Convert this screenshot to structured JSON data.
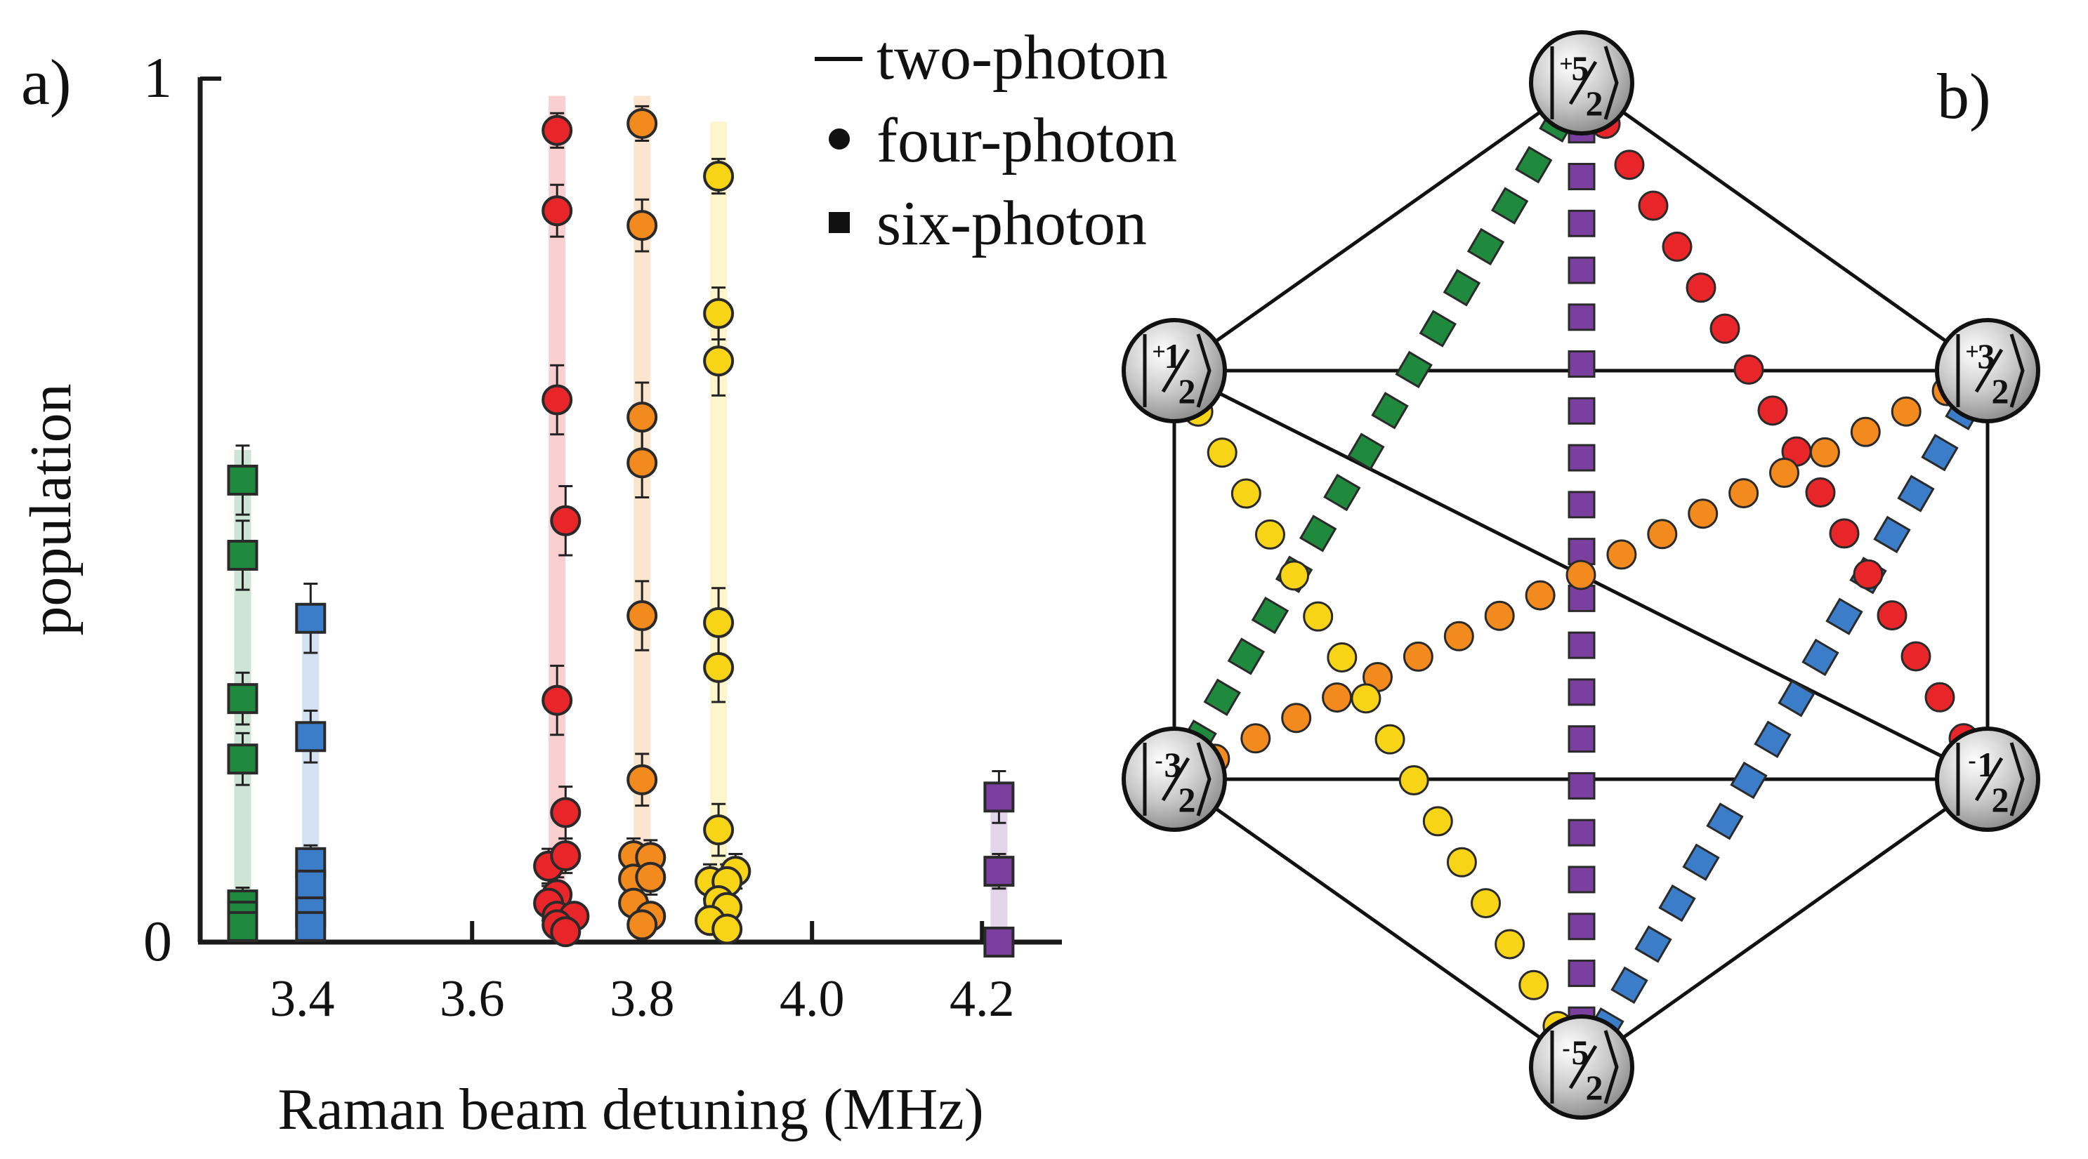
{
  "panel_a": {
    "label": "a)",
    "legend": [
      {
        "marker": "line",
        "label": "two-photon"
      },
      {
        "marker": "circle",
        "label": "four-photon"
      },
      {
        "marker": "square",
        "label": "six-photon"
      }
    ]
  },
  "panel_b": {
    "label": "b)",
    "states": [
      {
        "id": "p52",
        "sign": "+",
        "num": "5",
        "den": "2"
      },
      {
        "id": "p12",
        "sign": "+",
        "num": "1",
        "den": "2"
      },
      {
        "id": "p32",
        "sign": "+",
        "num": "3",
        "den": "2"
      },
      {
        "id": "m32",
        "sign": "-",
        "num": "3",
        "den": "2"
      },
      {
        "id": "m12",
        "sign": "-",
        "num": "1",
        "den": "2"
      },
      {
        "id": "m52",
        "sign": "-",
        "num": "5",
        "den": "2"
      }
    ],
    "edges": [
      [
        "p52",
        "p12"
      ],
      [
        "p52",
        "p32"
      ],
      [
        "p12",
        "p32"
      ],
      [
        "p12",
        "m32"
      ],
      [
        "p12",
        "m12"
      ],
      [
        "p32",
        "m12"
      ],
      [
        "m32",
        "m12"
      ],
      [
        "m32",
        "m52"
      ],
      [
        "m12",
        "m52"
      ]
    ],
    "paths": [
      {
        "from": "m32",
        "to": "p52",
        "marker": "square",
        "color": "#1f8a3e"
      },
      {
        "from": "p52",
        "to": "m52",
        "marker": "square",
        "color": "#7b3fa0"
      },
      {
        "from": "m52",
        "to": "p32",
        "marker": "square",
        "color": "#3b7dc8"
      },
      {
        "from": "p52",
        "to": "m12",
        "marker": "circle",
        "color": "#e8262a"
      },
      {
        "from": "m32",
        "to": "p32",
        "marker": "circle",
        "color": "#f28a1e"
      },
      {
        "from": "p12",
        "to": "m52",
        "marker": "circle",
        "color": "#f7d416"
      }
    ]
  },
  "chart_data": {
    "type": "scatter",
    "title": "",
    "xlabel": "Raman beam detuning (MHz)",
    "ylabel": "population",
    "xlim": [
      3.28,
      4.28
    ],
    "ylim": [
      0,
      1
    ],
    "xticks": [
      3.4,
      3.6,
      3.8,
      4.0,
      4.2
    ],
    "xtick_labels": [
      "3.4",
      "3.6",
      "3.8",
      "4.0",
      "4.2"
    ],
    "yticks": [
      0,
      1
    ],
    "ytick_labels": [
      "0",
      "1"
    ],
    "grid": false,
    "legend_position": "top-right",
    "series": [
      {
        "marker": "square",
        "color": "#1f8a3e",
        "band": [
          3.33,
          0.57
        ],
        "x": [
          3.33,
          3.33,
          3.33,
          3.33,
          3.33,
          3.33,
          3.33
        ],
        "y": [
          0.535,
          0.448,
          0.282,
          0.212,
          0.043,
          0.03,
          0.018
        ],
        "err": [
          0.04,
          0.04,
          0.03,
          0.03,
          0.02,
          0.02,
          0.01
        ]
      },
      {
        "marker": "square",
        "color": "#3b7dc8",
        "band": [
          3.41,
          0.38
        ],
        "x": [
          3.41,
          3.41,
          3.41,
          3.41,
          3.41,
          3.41
        ],
        "y": [
          0.375,
          0.238,
          0.092,
          0.066,
          0.035,
          0.018
        ],
        "err": [
          0.04,
          0.03,
          0.02,
          0.02,
          0.02,
          0.01
        ]
      },
      {
        "marker": "square",
        "color": "#7b3fa0",
        "band": [
          4.22,
          0.18
        ],
        "x": [
          4.22,
          4.22,
          4.22
        ],
        "y": [
          0.168,
          0.082,
          0.0
        ],
        "err": [
          0.03,
          0.02,
          0.01
        ]
      },
      {
        "marker": "circle",
        "color": "#e8262a",
        "band": [
          3.7,
          0.98
        ],
        "x": [
          3.7,
          3.7,
          3.7,
          3.71,
          3.7,
          3.71,
          3.69,
          3.71,
          3.7,
          3.69,
          3.7,
          3.72,
          3.7,
          3.71
        ],
        "y": [
          0.94,
          0.847,
          0.628,
          0.488,
          0.28,
          0.15,
          0.088,
          0.1,
          0.055,
          0.045,
          0.03,
          0.03,
          0.02,
          0.012
        ],
        "err": [
          0.02,
          0.03,
          0.04,
          0.04,
          0.04,
          0.03,
          0.02,
          0.02,
          0.02,
          0.02,
          0.01,
          0.01,
          0.01,
          0.01
        ]
      },
      {
        "marker": "circle",
        "color": "#f28a1e",
        "band": [
          3.8,
          0.98
        ],
        "x": [
          3.8,
          3.8,
          3.8,
          3.8,
          3.8,
          3.8,
          3.79,
          3.81,
          3.79,
          3.81,
          3.79,
          3.81,
          3.8
        ],
        "y": [
          0.948,
          0.83,
          0.608,
          0.555,
          0.378,
          0.188,
          0.1,
          0.098,
          0.073,
          0.075,
          0.045,
          0.03,
          0.02
        ],
        "err": [
          0.02,
          0.03,
          0.04,
          0.04,
          0.04,
          0.03,
          0.02,
          0.02,
          0.02,
          0.02,
          0.01,
          0.01,
          0.01
        ]
      },
      {
        "marker": "circle",
        "color": "#f7d416",
        "band": [
          3.89,
          0.95
        ],
        "x": [
          3.89,
          3.89,
          3.89,
          3.89,
          3.89,
          3.89,
          3.91,
          3.88,
          3.9,
          3.89,
          3.9,
          3.88,
          3.9
        ],
        "y": [
          0.887,
          0.728,
          0.673,
          0.37,
          0.318,
          0.13,
          0.082,
          0.07,
          0.07,
          0.048,
          0.04,
          0.025,
          0.015
        ],
        "err": [
          0.02,
          0.03,
          0.04,
          0.04,
          0.04,
          0.03,
          0.02,
          0.02,
          0.02,
          0.02,
          0.01,
          0.01,
          0.01
        ]
      }
    ]
  }
}
